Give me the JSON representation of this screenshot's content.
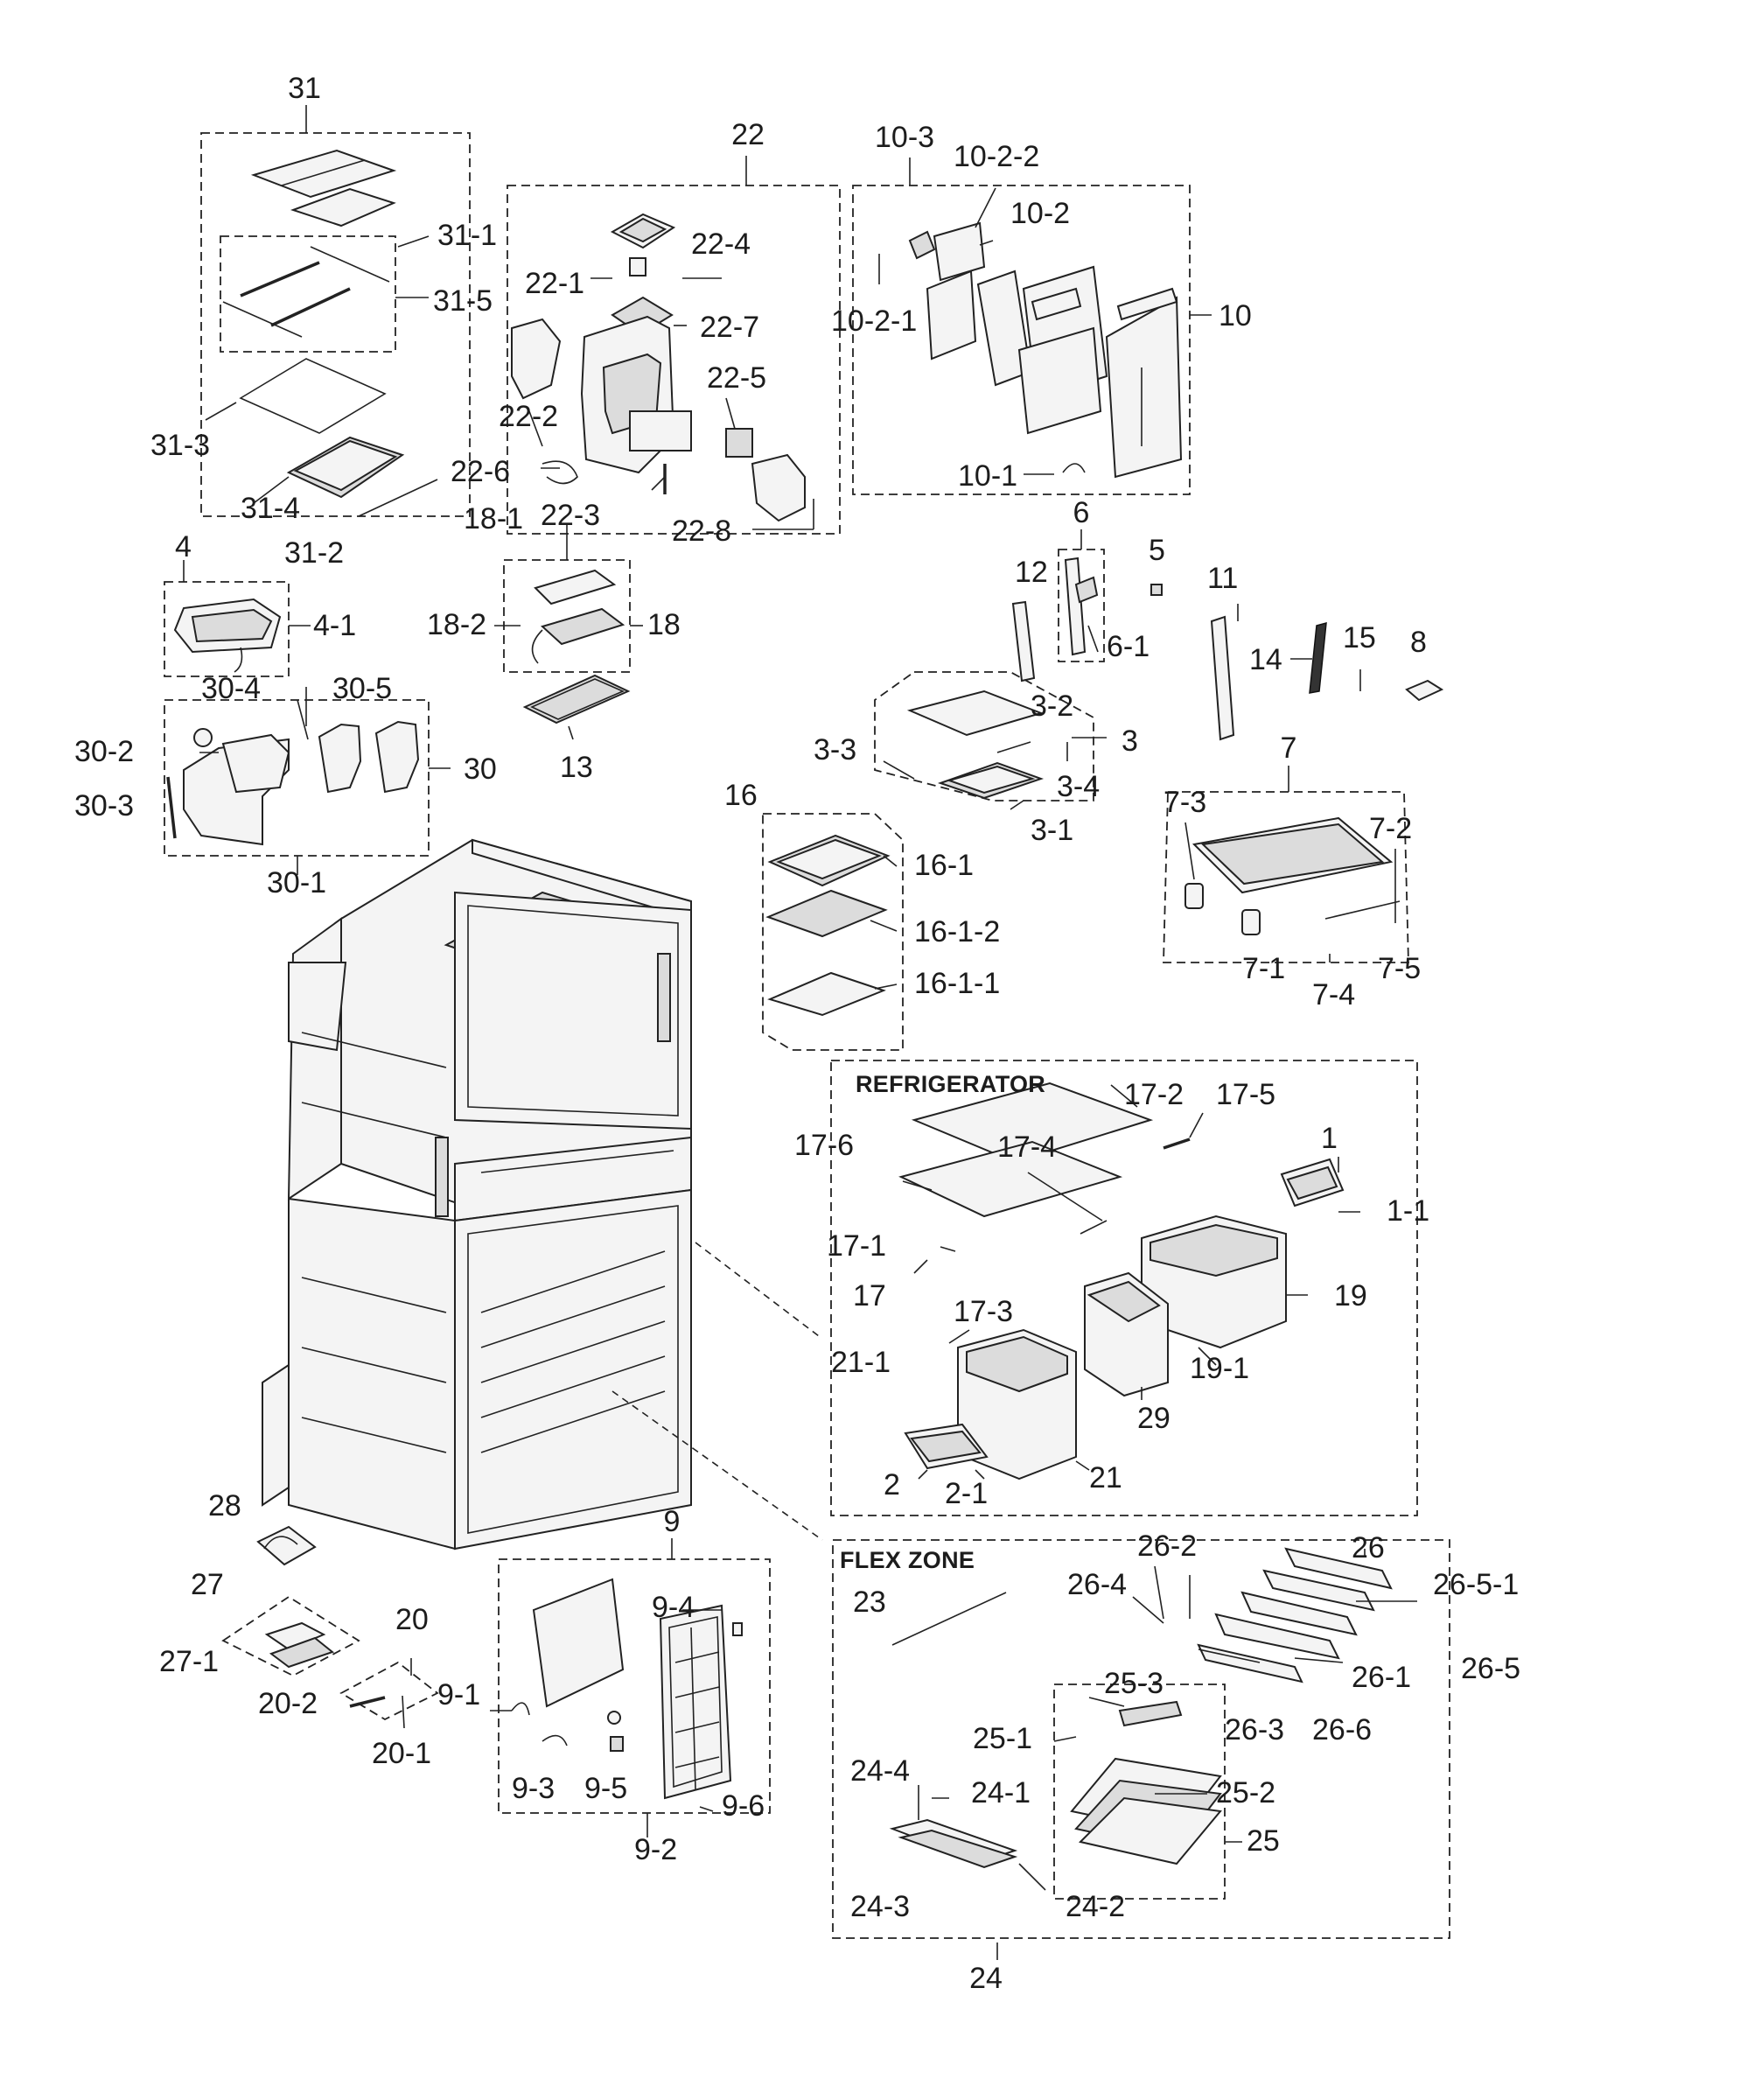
{
  "sections": {
    "refrigerator": "REFRIGERATOR",
    "flex_zone": "FLEX ZONE"
  },
  "labels": {
    "l31": "31",
    "l31_1": "31-1",
    "l31_5": "31-5",
    "l31_3": "31-3",
    "l31_4": "31-4",
    "l31_2": "31-2",
    "l22": "22",
    "l22_4": "22-4",
    "l22_1": "22-1",
    "l22_7": "22-7",
    "l22_2": "22-2",
    "l22_5": "22-5",
    "l22_6": "22-6",
    "l22_3": "22-3",
    "l22_8": "22-8",
    "l10_3": "10-3",
    "l10_2_2": "10-2-2",
    "l10_2": "10-2",
    "l10_2_1": "10-2-1",
    "l10": "10",
    "l10_1": "10-1",
    "l4": "4",
    "l4_1": "4-1",
    "l18_1": "18-1",
    "l18_2": "18-2",
    "l18": "18",
    "l13": "13",
    "l30_4": "30-4",
    "l30_5": "30-5",
    "l30_2": "30-2",
    "l30": "30",
    "l30_3": "30-3",
    "l30_1": "30-1",
    "l6": "6",
    "l12": "12",
    "l6_1": "6-1",
    "l5": "5",
    "l11": "11",
    "l14": "14",
    "l15": "15",
    "l8": "8",
    "l3_2": "3-2",
    "l3": "3",
    "l3_3": "3-3",
    "l3_4": "3-4",
    "l3_1": "3-1",
    "l16": "16",
    "l16_1": "16-1",
    "l16_1_2": "16-1-2",
    "l16_1_1": "16-1-1",
    "l7": "7",
    "l7_3": "7-3",
    "l7_2": "7-2",
    "l7_1": "7-1",
    "l7_4": "7-4",
    "l7_5": "7-5",
    "l17_2": "17-2",
    "l17_5": "17-5",
    "l17_6": "17-6",
    "l17_4": "17-4",
    "l1": "1",
    "l1_1": "1-1",
    "l17_1": "17-1",
    "l17": "17",
    "l19": "19",
    "l17_3": "17-3",
    "l21_1": "21-1",
    "l19_1": "19-1",
    "l29": "29",
    "l2": "2",
    "l2_1": "2-1",
    "l21": "21",
    "l28": "28",
    "l9": "9",
    "l27": "27",
    "l20": "20",
    "l9_4": "9-4",
    "l27_1": "27-1",
    "l20_2": "20-2",
    "l9_1": "9-1",
    "l20_1": "20-1",
    "l9_3": "9-3",
    "l9_5": "9-5",
    "l9_6": "9-6",
    "l9_2": "9-2",
    "l23": "23",
    "l26_2": "26-2",
    "l26": "26",
    "l26_4": "26-4",
    "l26_5_1": "26-5-1",
    "l26_5": "26-5",
    "l26_1": "26-1",
    "l25_3": "25-3",
    "l26_3": "26-3",
    "l26_6": "26-6",
    "l25_1": "25-1",
    "l25_2": "25-2",
    "l24_4": "24-4",
    "l24_1": "24-1",
    "l25": "25",
    "l24_3": "24-3",
    "l24_2": "24-2",
    "l24": "24"
  }
}
